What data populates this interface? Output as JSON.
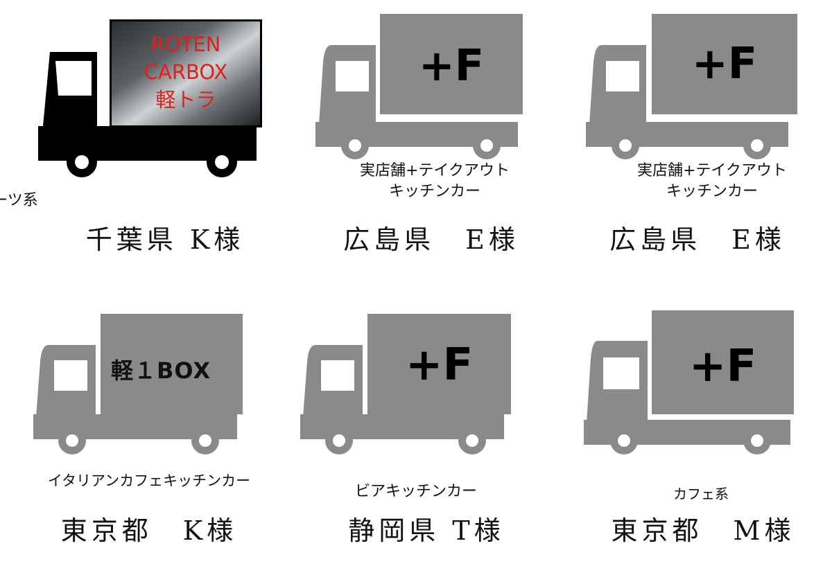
{
  "colors": {
    "gray_truck": "#8a8a8a",
    "black_truck": "#000000",
    "red_text": "#e0201a"
  },
  "cards": [
    {
      "truck_style": "black-metallic",
      "box_lines": [
        "ROTEN",
        "CARBOX",
        "軽トラ"
      ],
      "caption_lines": [
        "スイーツ系"
      ],
      "client": "千葉県 K様"
    },
    {
      "truck_style": "gray",
      "box_lines": [
        "+F"
      ],
      "caption_lines": [
        "実店舗+テイクアウト",
        "キッチンカー"
      ],
      "client": "広島県　E様"
    },
    {
      "truck_style": "gray",
      "box_lines": [
        "+F"
      ],
      "caption_lines": [
        "実店舗+テイクアウト",
        "キッチンカー"
      ],
      "client": "広島県　E様"
    },
    {
      "truck_style": "gray",
      "box_lines": [
        "軽１BOX"
      ],
      "caption_lines": [
        "イタリアンカフェキッチンカー"
      ],
      "client": "東京都　K様"
    },
    {
      "truck_style": "gray",
      "box_lines": [
        "+F"
      ],
      "caption_lines": [
        "ビアキッチンカー"
      ],
      "client": "静岡県 T様"
    },
    {
      "truck_style": "gray",
      "box_lines": [
        "+F"
      ],
      "caption_lines": [
        "カフェ系"
      ],
      "client": "東京都　M様"
    }
  ]
}
